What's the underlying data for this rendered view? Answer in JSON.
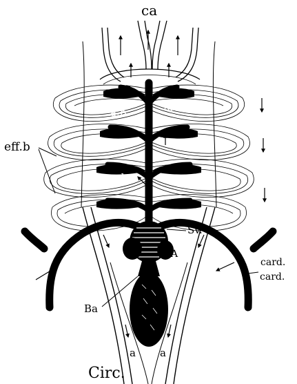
{
  "labels": {
    "ca": "ca",
    "ab_upper_left": "a.b",
    "ab_upper_right": "ab",
    "ab_mid": "ab",
    "ab_lower": "a.b",
    "effb": "eff.b",
    "sv": "Sv.",
    "A": "A",
    "ba": "Ba",
    "card_upper": "card.",
    "card_lower": "card.",
    "a_left": "a",
    "a_right": "a",
    "caption": "Circ."
  },
  "colors": {
    "ink": "#000000",
    "paper": "#ffffff"
  }
}
